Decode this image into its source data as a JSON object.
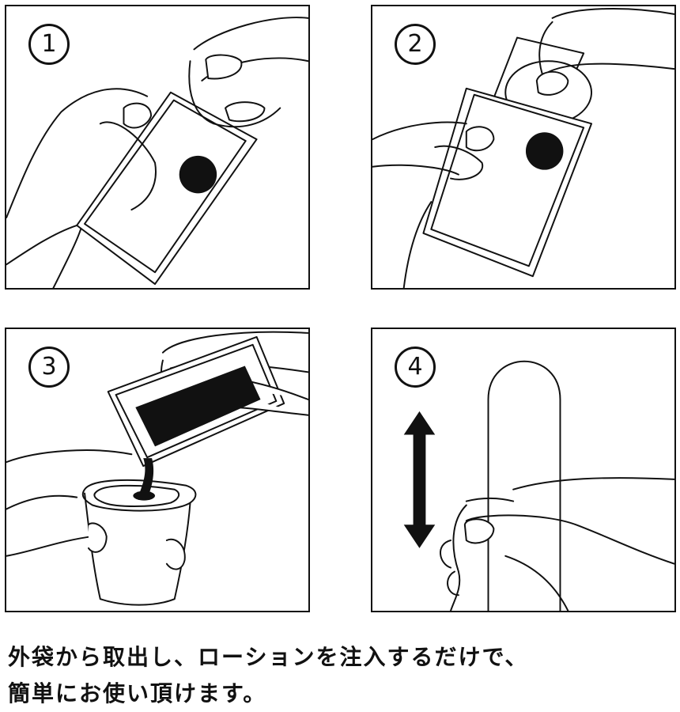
{
  "steps": [
    {
      "number": "1",
      "illustration": "open-outer-package"
    },
    {
      "number": "2",
      "illustration": "take-out-item"
    },
    {
      "number": "3",
      "illustration": "pour-lotion"
    },
    {
      "number": "4",
      "illustration": "use-up-down"
    }
  ],
  "caption": {
    "line1": "外袋から取出し、ローションを注入するだけで、",
    "line2": "簡単にお使い頂けます。"
  }
}
